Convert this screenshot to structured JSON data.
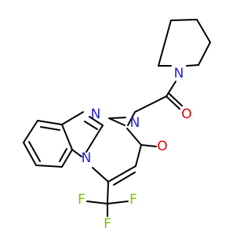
{
  "structure": {
    "atoms": {
      "n_piperidine": {
        "symbol": "N"
      },
      "o_amide": {
        "symbol": "O"
      },
      "n1_ring": {
        "symbol": "N"
      },
      "n_imine": {
        "symbol": "N"
      },
      "n_bridge": {
        "symbol": "N"
      },
      "o_ketone": {
        "symbol": "O"
      },
      "f_left": {
        "symbol": "F"
      },
      "f_right": {
        "symbol": "F"
      },
      "f_bottom": {
        "symbol": "F"
      }
    },
    "colors": {
      "nitrogen": "#1f1fe0",
      "oxygen": "#e00000",
      "fluorine": "#7fbf00",
      "bond": "#000000"
    }
  }
}
